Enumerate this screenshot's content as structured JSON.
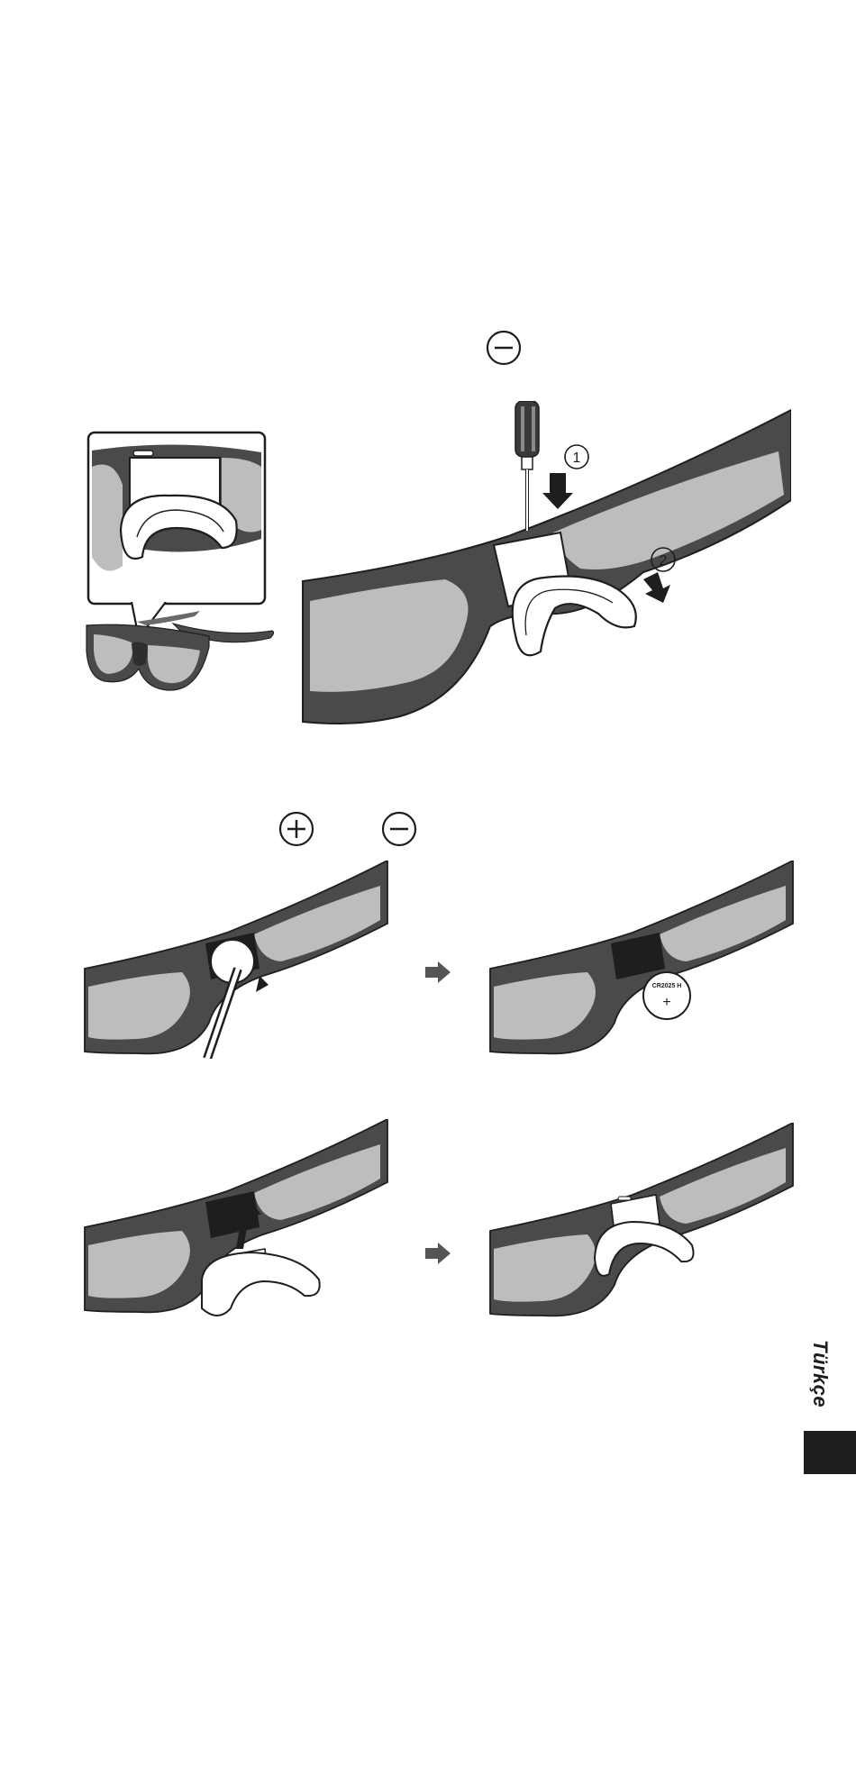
{
  "page": {
    "top_symbol": {
      "icon": "minus-circle-icon"
    },
    "polarity_symbols": [
      {
        "icon": "plus-circle-icon"
      },
      {
        "icon": "minus-circle-icon"
      }
    ],
    "step_markers": [
      "①",
      "②"
    ],
    "battery_label": "CR2025 H",
    "battery_plus": "+",
    "language_label": "Türkçe",
    "colors": {
      "frame": "#4a4a4a",
      "lens": "#bdbdbd",
      "ink": "#1e1e1e",
      "nosepad": "#ffffff"
    }
  }
}
